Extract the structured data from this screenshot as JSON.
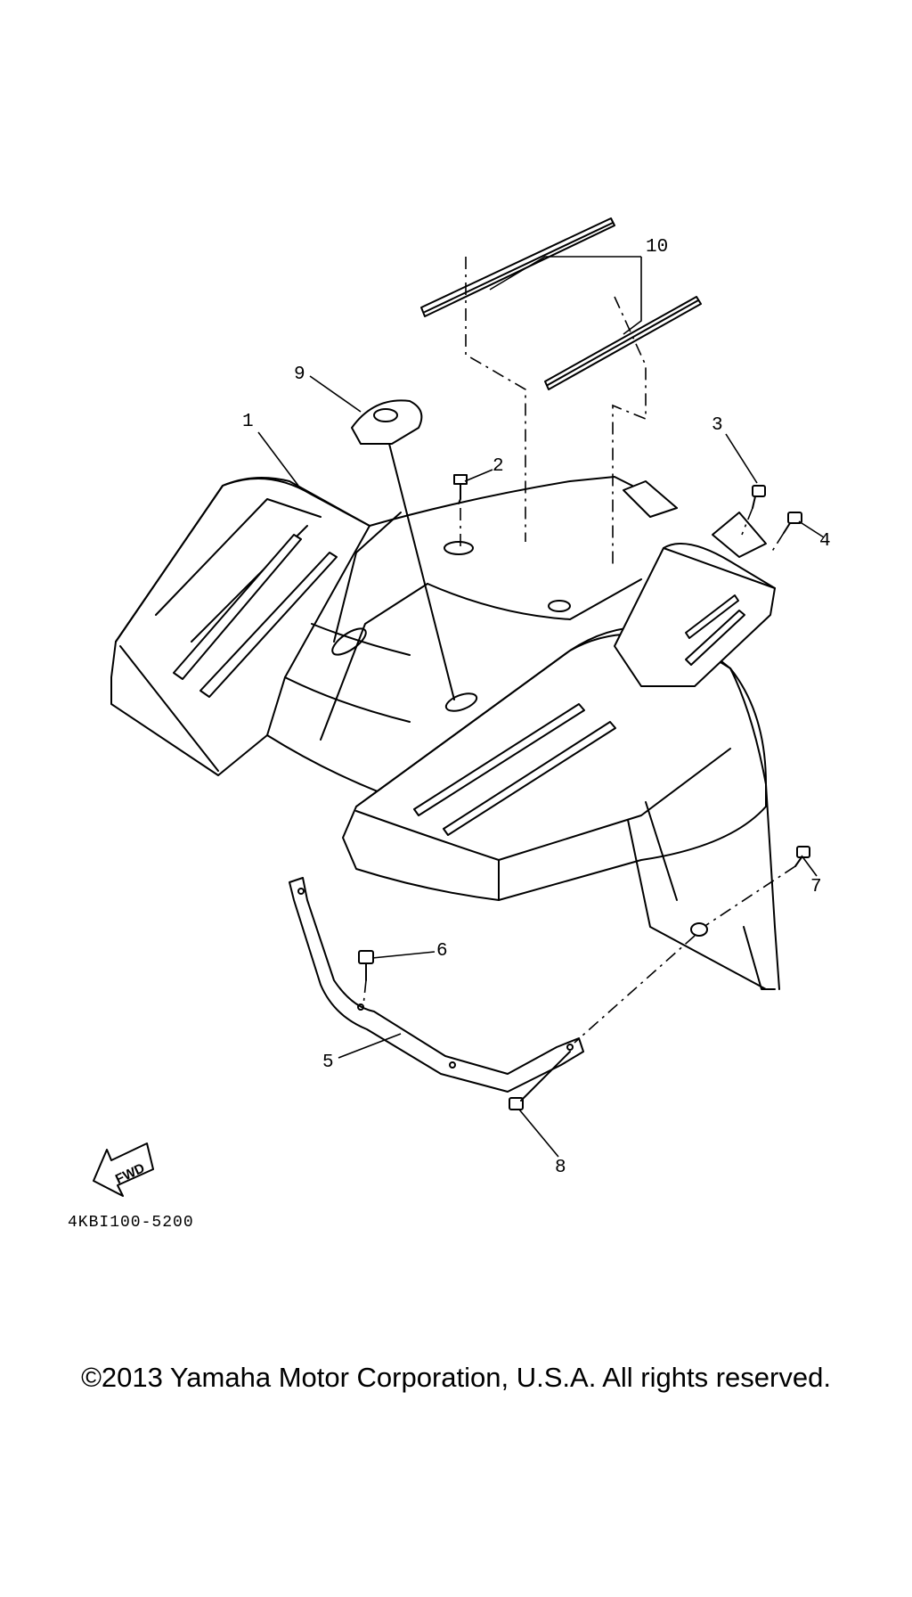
{
  "callouts": {
    "p1": "1",
    "p2": "2",
    "p3": "3",
    "p4": "4",
    "p5": "5",
    "p6": "6",
    "p7": "7",
    "p8": "8",
    "p9": "9",
    "p10": "10"
  },
  "fwd_label": "FWD",
  "drawing_code": "4KBI100-5200",
  "copyright": "©2013 Yamaha Motor Corporation, U.S.A. All rights reserved."
}
